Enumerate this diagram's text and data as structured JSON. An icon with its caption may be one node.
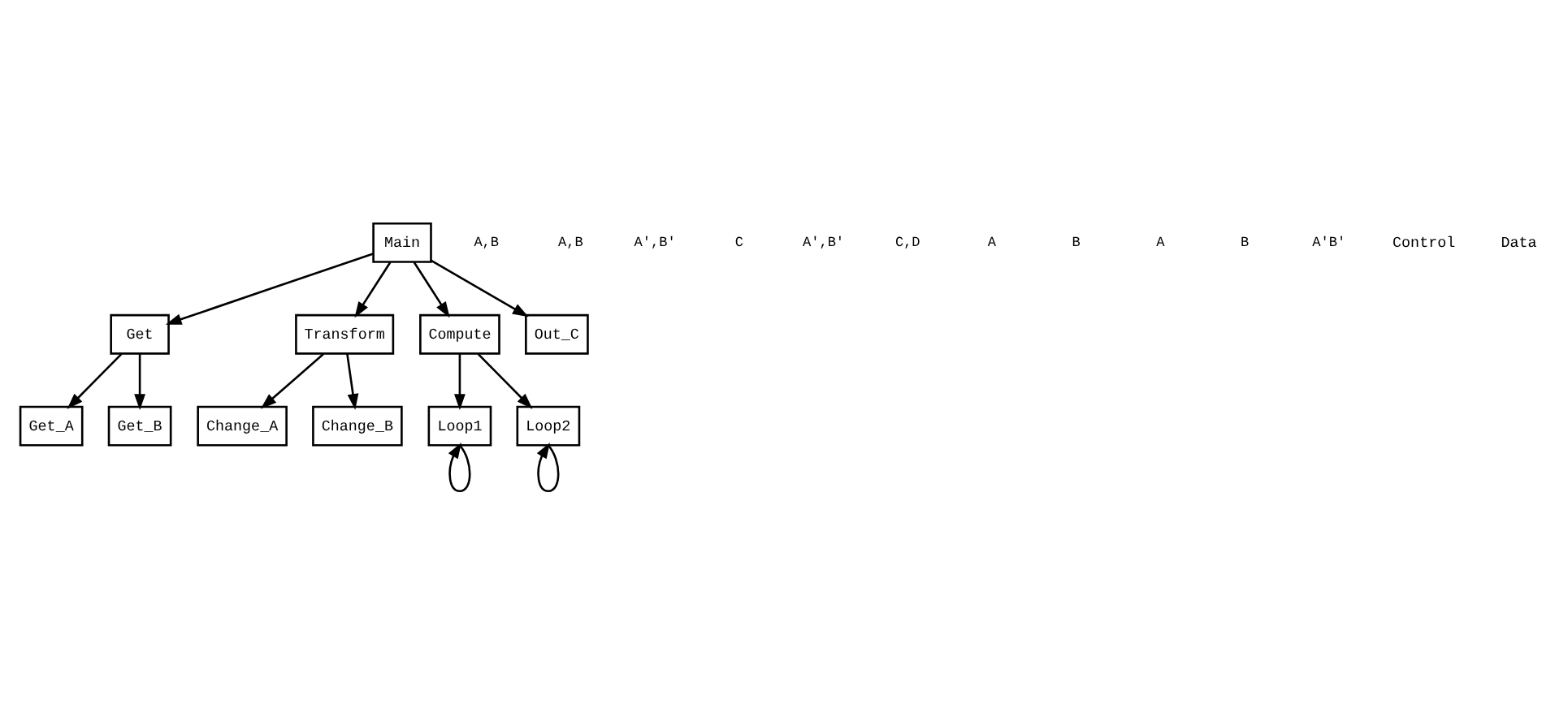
{
  "diagram": {
    "nodes": [
      {
        "text": [
          "Main"
        ]
      },
      {
        "text": [
          "Get"
        ]
      },
      {
        "text": [
          "Transform"
        ]
      },
      {
        "text": [
          "Compute"
        ]
      },
      {
        "text": [
          "Out_C"
        ]
      },
      {
        "text": [
          "Get_A"
        ]
      },
      {
        "text": [
          "Get_B"
        ]
      },
      {
        "text": [
          "Change_A"
        ]
      },
      {
        "text": [
          "Change_B"
        ]
      },
      {
        "text": [
          "Loop1"
        ]
      },
      {
        "text": [
          "Loop2"
        ]
      }
    ],
    "edges": [
      {
        "from": 0,
        "to": 1,
        "arrow": "to"
      },
      {
        "from": 0,
        "to": 2,
        "arrow": "to"
      },
      {
        "from": 0,
        "to": 3,
        "arrow": "to"
      },
      {
        "from": 0,
        "to": 4,
        "arrow": "to"
      },
      {
        "from": 1,
        "to": 5,
        "arrow": "to"
      },
      {
        "from": 1,
        "to": 6,
        "arrow": "to"
      },
      {
        "from": 2,
        "to": 7,
        "arrow": "to"
      },
      {
        "from": 2,
        "to": 8,
        "arrow": "to"
      },
      {
        "from": 3,
        "to": 9,
        "arrow": "to"
      },
      {
        "from": 3,
        "to": 10,
        "arrow": "to"
      },
      {
        "from": 9,
        "to": 9,
        "arrow": "to"
      },
      {
        "from": 10,
        "to": 10,
        "arrow": "to"
      }
    ],
    "labels": [
      "A,B",
      "A,B",
      "A',B'",
      "C",
      "A',B'",
      "C,D",
      "A",
      "B",
      "A",
      "B",
      "A'B'"
    ],
    "legend": [
      {
        "text": "Control"
      },
      {
        "text": "Data"
      }
    ]
  }
}
